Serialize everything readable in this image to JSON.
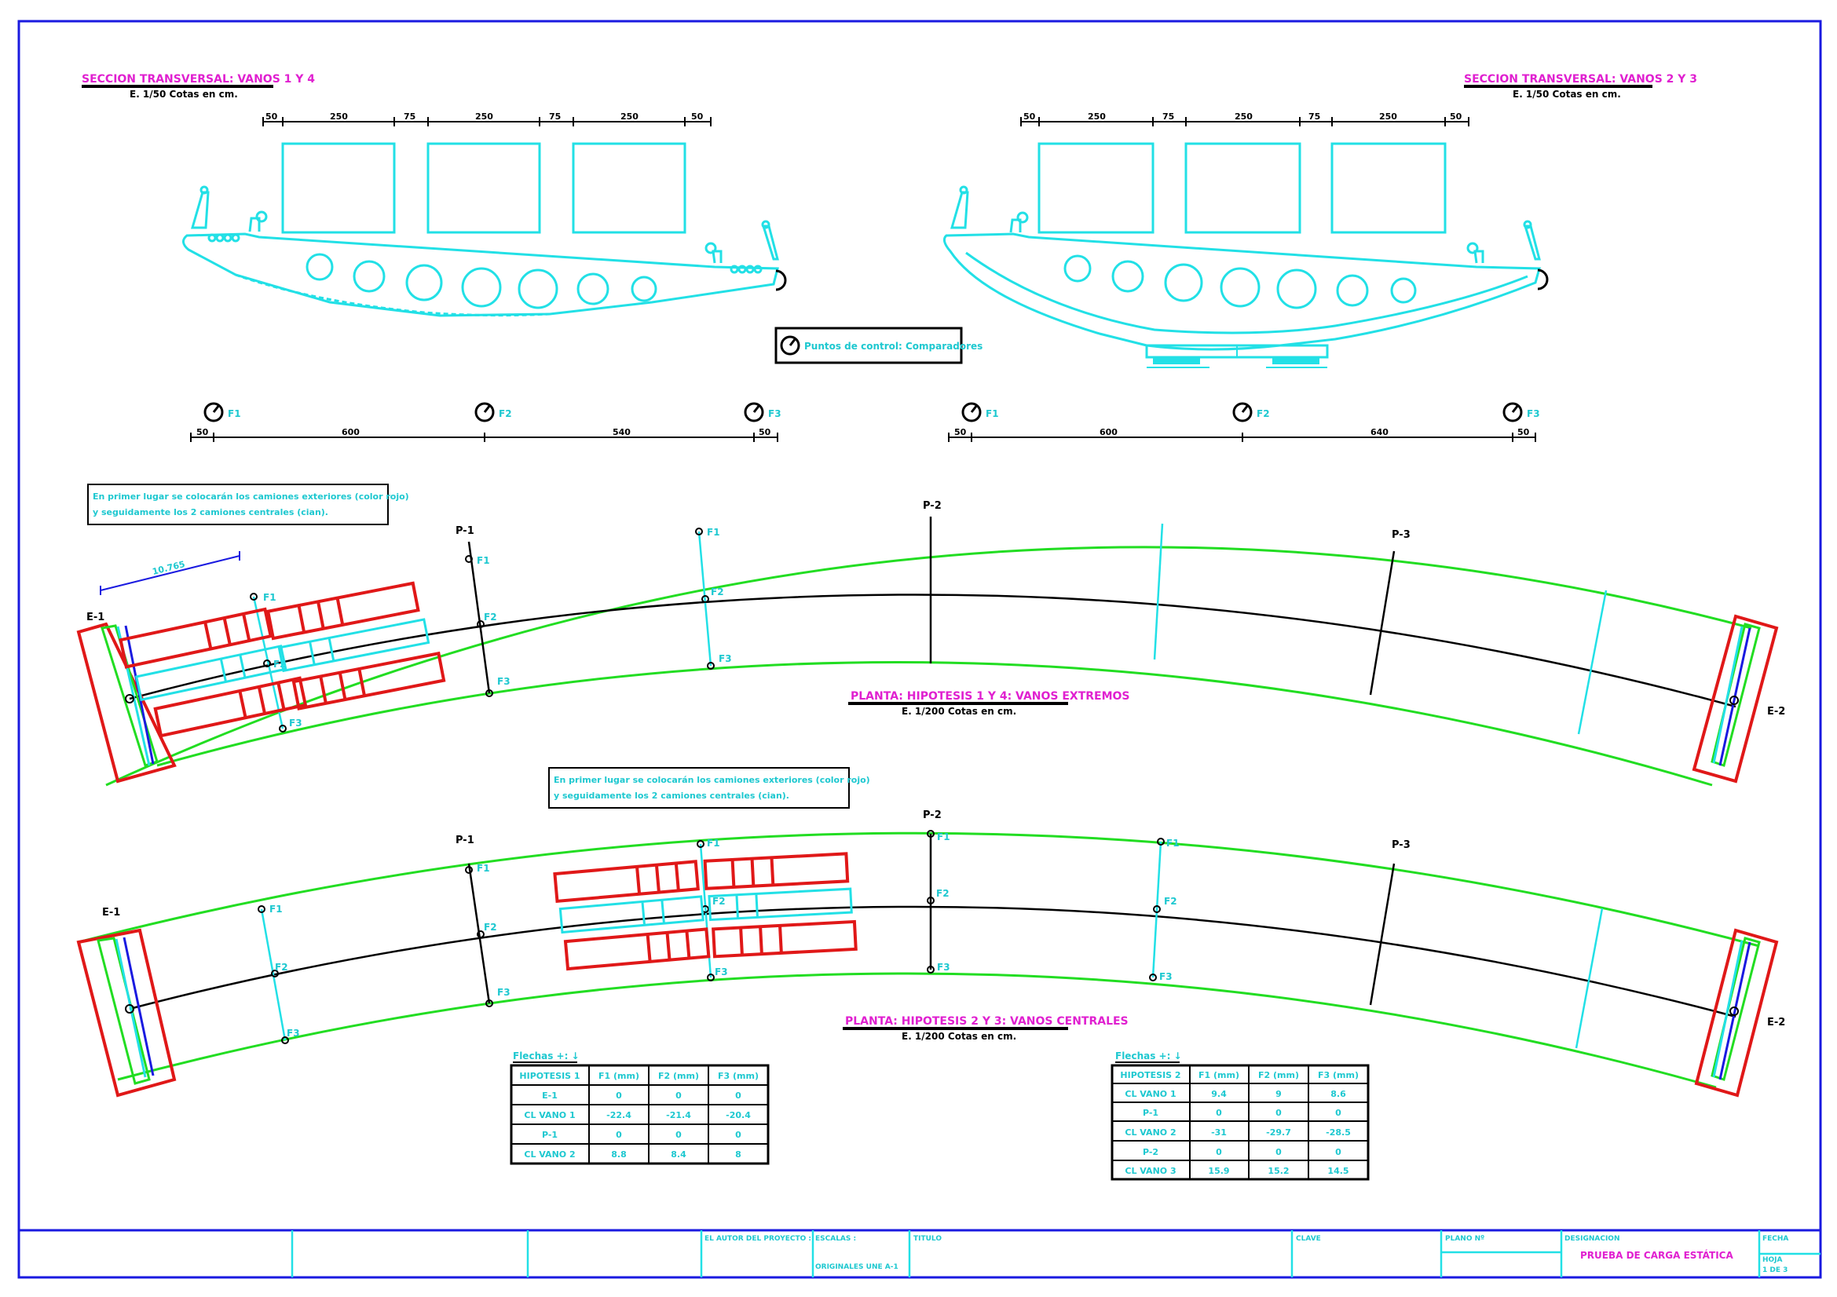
{
  "section_left": {
    "title": "SECCION TRANSVERSAL: VANOS 1 Y 4",
    "scale": "E. 1/50 Cotas en cm.",
    "dims": [
      "50",
      "250",
      "75",
      "250",
      "75",
      "250",
      "50"
    ]
  },
  "section_right": {
    "title": "SECCION TRANSVERSAL: VANOS 2 Y 3",
    "scale": "E. 1/50 Cotas en cm.",
    "dims": [
      "50",
      "250",
      "75",
      "250",
      "75",
      "250",
      "50"
    ]
  },
  "legend": {
    "label": "Puntos de control: Comparadores"
  },
  "points_left": {
    "labels": [
      "F1",
      "F2",
      "F3"
    ],
    "dims": [
      "50",
      "600",
      "540",
      "50"
    ]
  },
  "points_right": {
    "labels": [
      "F1",
      "F2",
      "F3"
    ],
    "dims": [
      "50",
      "600",
      "640",
      "50"
    ]
  },
  "note1": {
    "line1": "En primer lugar se colocarán los camiones exteriores (color rojo)",
    "line2": "y seguidamente los 2 camiones centrales (cian)."
  },
  "note2": {
    "line1": "En primer lugar se colocarán los camiones exteriores (color rojo)",
    "line2": "y seguidamente los 2 camiones centrales (cian)."
  },
  "plan1": {
    "title": "PLANTA: HIPOTESIS 1 Y 4: VANOS EXTREMOS",
    "scale": "E. 1/200 Cotas en cm.",
    "truck_dim": "10.765",
    "supports": [
      "E-1",
      "P-1",
      "P-2",
      "P-3",
      "E-2"
    ],
    "points": [
      "F1",
      "F2",
      "F3"
    ]
  },
  "plan2": {
    "title": "PLANTA: HIPOTESIS 2 Y 3: VANOS CENTRALES",
    "scale": "E. 1/200 Cotas en cm.",
    "supports": [
      "E-1",
      "P-1",
      "P-2",
      "P-3",
      "E-2"
    ],
    "points": [
      "F1",
      "F2",
      "F3"
    ]
  },
  "table1": {
    "caption": "Flechas +: ↓",
    "headers": [
      "HIPOTESIS 1",
      "F1 (mm)",
      "F2 (mm)",
      "F3 (mm)"
    ],
    "rows": [
      [
        "E-1",
        "0",
        "0",
        "0"
      ],
      [
        "CL VANO 1",
        "-22.4",
        "-21.4",
        "-20.4"
      ],
      [
        "P-1",
        "0",
        "0",
        "0"
      ],
      [
        "CL VANO 2",
        "8.8",
        "8.4",
        "8"
      ]
    ]
  },
  "table2": {
    "caption": "Flechas +: ↓",
    "headers": [
      "HIPOTESIS 2",
      "F1 (mm)",
      "F2 (mm)",
      "F3 (mm)"
    ],
    "rows": [
      [
        "CL VANO 1",
        "9.4",
        "9",
        "8.6"
      ],
      [
        "P-1",
        "0",
        "0",
        "0"
      ],
      [
        "CL VANO 2",
        "-31",
        "-29.7",
        "-28.5"
      ],
      [
        "P-2",
        "0",
        "0",
        "0"
      ],
      [
        "CL VANO 3",
        "15.9",
        "15.2",
        "14.5"
      ]
    ]
  },
  "titleblock": {
    "author_label": "EL AUTOR DEL PROYECTO :",
    "scales_label": "ESCALAS :",
    "scales_value": "ORIGINALES UNE A-1",
    "title_label": "TITULO",
    "key_label": "CLAVE",
    "plan_label": "PLANO Nº",
    "designation_label": "DESIGNACION",
    "designation_value": "PRUEBA DE CARGA ESTÁTICA",
    "date_label": "FECHA",
    "sheet_label": "HOJA",
    "sheet_value": "1 DE 3"
  },
  "colors": {
    "frame": "#1a1ae0",
    "cyan": "#22e0e6",
    "green": "#22dd22",
    "red": "#e01818",
    "magenta": "#e020d0"
  }
}
